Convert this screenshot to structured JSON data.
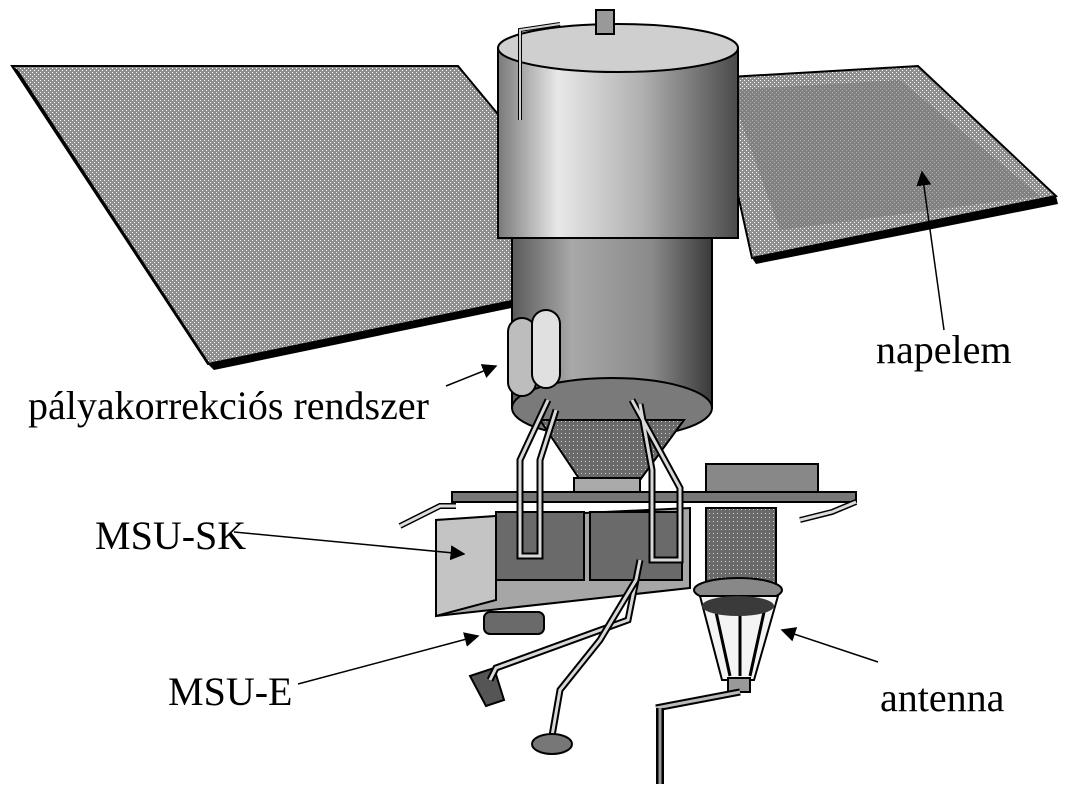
{
  "labels": {
    "solar_panel": "napelem",
    "orbit_correction": "pályakorrekciós rendszer",
    "msu_sk": "MSU-SK",
    "msu_e": "MSU-E",
    "antenna": "antenna"
  },
  "colors": {
    "background": "#ffffff",
    "ink": "#000000",
    "panel_fill": "#8a8a8a",
    "body_light": "#d9d9d9",
    "body_mid": "#9e9e9e",
    "body_dark": "#5a5a5a"
  }
}
